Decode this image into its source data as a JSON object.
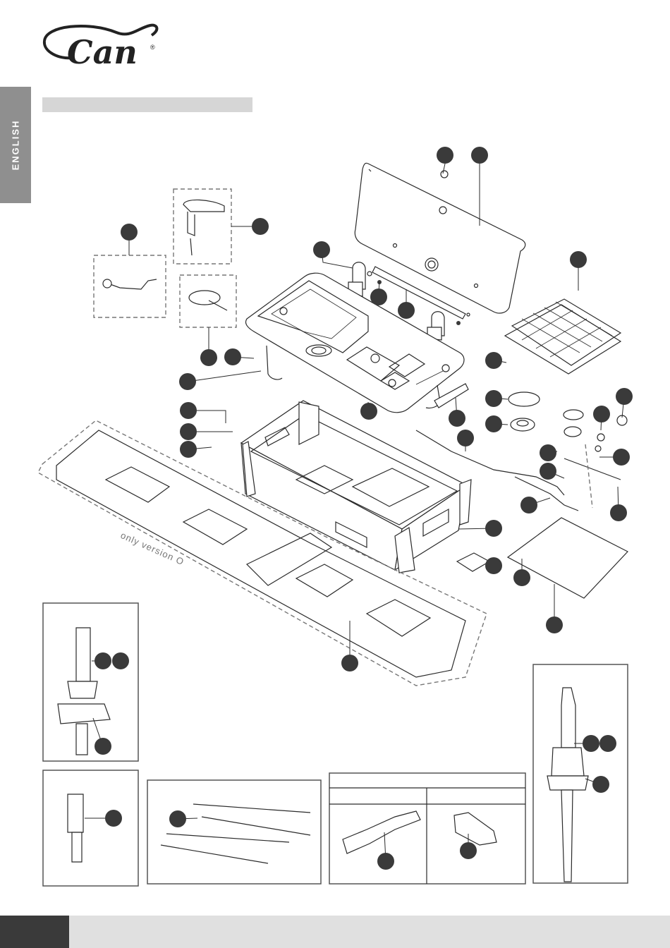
{
  "brand": {
    "name": "Can",
    "registered": "®"
  },
  "side_tab": {
    "label": "ENGLISH"
  },
  "drawing": {
    "version_note": "only version O"
  },
  "colors": {
    "tab_gray": "#8f8f8f",
    "header_bar": "#d6d6d6",
    "callout": "#3a3a3a",
    "footer_dark": "#3a3a3a",
    "footer_light": "#e0e0e0"
  }
}
